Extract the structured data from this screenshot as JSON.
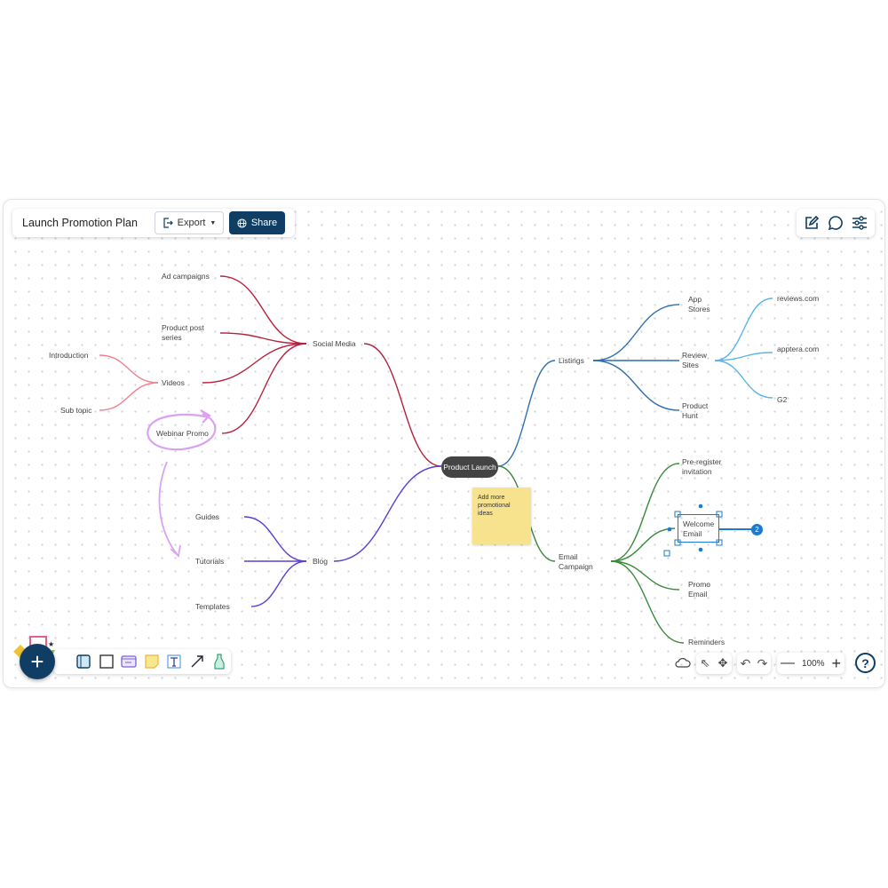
{
  "header": {
    "title": "Launch Promotion Plan",
    "export_label": "Export",
    "share_label": "Share"
  },
  "right_tools": [
    "edit-icon",
    "comment-icon",
    "settings-sliders-icon"
  ],
  "mindmap": {
    "center": "Product Launch",
    "sticky_note": "Add more promotional ideas",
    "social_media": {
      "label": "Social Media",
      "children": [
        "Ad campaigns",
        "Product post series",
        "Videos",
        "Webinar Promo"
      ],
      "videos_children": [
        "Introduction",
        "Sub topic"
      ]
    },
    "blog": {
      "label": "Blog",
      "children": [
        "Guides",
        "Tutorials",
        "Templates"
      ]
    },
    "listings": {
      "label": "Listings",
      "children": [
        "App Stores",
        "Review Sites",
        "Product Hunt"
      ],
      "review_children": [
        "reviews.com",
        "apptera.com",
        "G2"
      ]
    },
    "email": {
      "label": "Email Campaign",
      "children": [
        "Pre-register invitation",
        "Welcome Email",
        "Promo Email",
        "Reminders"
      ]
    },
    "selection_badge": "2"
  },
  "colors": {
    "social": "#b5233d",
    "videos": "#f08090",
    "blog": "#5b3fd6",
    "listings": "#2f6fb0",
    "reviews": "#5ab4e8",
    "email": "#3a8a3a",
    "annotation": "#d9a3f2",
    "brand": "#0f3d63"
  },
  "toolbar": {
    "add_label": "+",
    "tools": [
      "template-icon",
      "rectangle-icon",
      "card-icon",
      "sticky-note-icon",
      "text-icon",
      "arrow-icon",
      "pen-icon"
    ]
  },
  "zoom": {
    "value": "100%"
  },
  "help_label": "?"
}
